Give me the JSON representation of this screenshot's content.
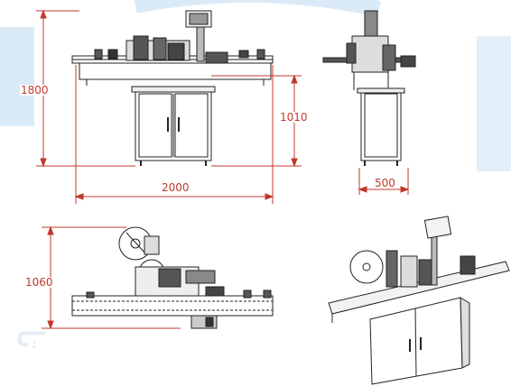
{
  "drawing": {
    "front_view": {
      "overall_height": "1800",
      "table_height": "1010",
      "overall_length": "2000"
    },
    "side_view": {
      "overall_width": "500"
    },
    "top_view": {
      "depth": "1060"
    },
    "colors": {
      "dimension": "#c0392b",
      "line": "#222222",
      "watermark": "#dbeaf7"
    }
  }
}
